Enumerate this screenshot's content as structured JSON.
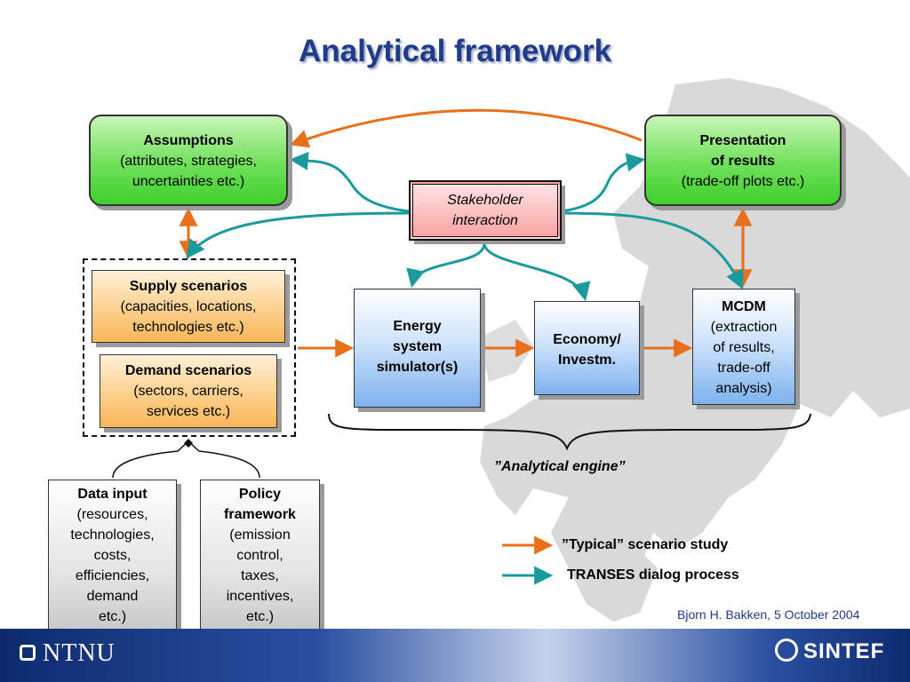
{
  "title": "Analytical framework",
  "boxes": {
    "assumptions": {
      "head": "Assumptions",
      "lines": [
        "(attributes, strategies,",
        "uncertainties etc.)"
      ]
    },
    "presentation": {
      "head1": "Presentation",
      "head2": "of results",
      "lines": [
        "(trade-off plots etc.)"
      ]
    },
    "stakeholder": {
      "lines": [
        "Stakeholder",
        "interaction"
      ]
    },
    "supply": {
      "head": "Supply scenarios",
      "lines": [
        "(capacities, locations,",
        "technologies etc.)"
      ]
    },
    "demand": {
      "head": "Demand scenarios",
      "lines": [
        "(sectors, carriers,",
        "services etc.)"
      ]
    },
    "energy": {
      "lines": [
        "Energy",
        "system",
        "simulator(s)"
      ]
    },
    "economy": {
      "lines": [
        "Economy/",
        "Investm."
      ]
    },
    "mcdm": {
      "head": "MCDM",
      "lines": [
        "(extraction",
        "of results,",
        "trade-off",
        "analysis)"
      ]
    },
    "data_input": {
      "head": "Data input",
      "lines": [
        "(resources,",
        "technologies,",
        "costs,",
        "efficiencies,",
        "demand",
        "etc.)"
      ]
    },
    "policy": {
      "head1": "Policy",
      "head2": "framework",
      "lines": [
        "(emission",
        "control,",
        "taxes,",
        "incentives,",
        "etc.)"
      ]
    }
  },
  "engine_label": "”Analytical engine”",
  "legend": [
    {
      "label": "”Typical” scenario study",
      "color": "#e8701a"
    },
    {
      "label": "TRANSES dialog process",
      "color": "#1a9a9a"
    }
  ],
  "author": "Bjorn H. Bakken, 5 October 2004",
  "footer": {
    "left_logo": "NTNU",
    "right_logo": "SINTEF"
  },
  "colors": {
    "orange_arrow": "#e8701a",
    "teal_arrow": "#1a9a9a",
    "title": "#1f3b8a"
  }
}
